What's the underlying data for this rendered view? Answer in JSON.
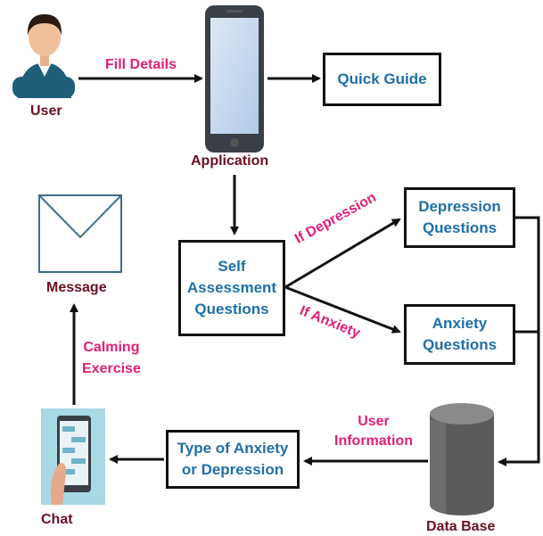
{
  "nodes": {
    "user": "User",
    "application": "Application",
    "quick_guide": "Quick Guide",
    "self_assessment": [
      "Self",
      "Assessment",
      "Questions"
    ],
    "depression_questions": [
      "Depression",
      "Questions"
    ],
    "anxiety_questions": [
      "Anxiety",
      "Questions"
    ],
    "database": "Data Base",
    "type_box": [
      "Type of Anxiety",
      "or Depression"
    ],
    "chat": "Chat",
    "message": "Message"
  },
  "edges": {
    "fill_details": "Fill Details",
    "if_depression": "If Depression",
    "if_anxiety": "If Anxiety",
    "user_information": [
      "User",
      "Information"
    ],
    "calming_exercise": [
      "Calming",
      "Exercise"
    ]
  },
  "colors": {
    "box_text": "#1e6fa8",
    "node_label": "#6b0f24",
    "edge_label": "#e0207a"
  }
}
